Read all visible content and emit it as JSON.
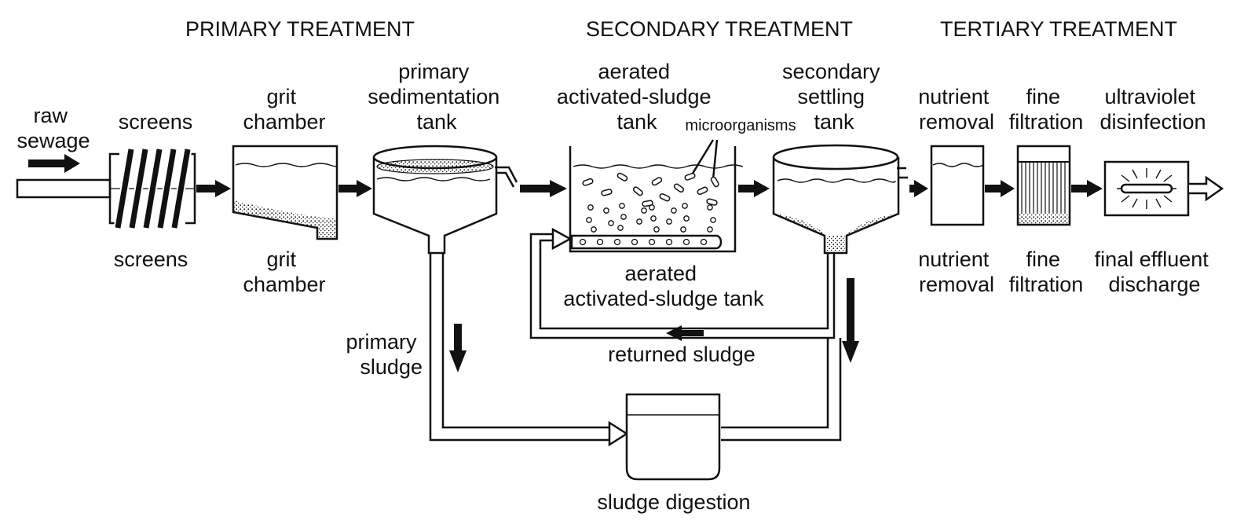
{
  "stages": {
    "primary": "PRIMARY TREATMENT",
    "secondary": "SECONDARY TREATMENT",
    "tertiary": "TERTIARY TREATMENT"
  },
  "labels": {
    "raw_sewage": [
      "raw",
      "sewage"
    ],
    "screens_top": "screens",
    "screens_bottom": "screens",
    "grit_top": [
      "grit",
      "chamber"
    ],
    "grit_bottom": [
      "grit",
      "chamber"
    ],
    "primary_tank": [
      "primary",
      "sedimentation",
      "tank"
    ],
    "aerated_top": [
      "aerated",
      "activated-sludge",
      "tank"
    ],
    "aerated_bottom": [
      "aerated",
      "activated-sludge tank"
    ],
    "microorganisms": "microorganisms",
    "secondary_tank": [
      "secondary",
      "settling",
      "tank"
    ],
    "nutrient_top": [
      "nutrient",
      "removal"
    ],
    "nutrient_bottom": [
      "nutrient",
      "removal"
    ],
    "fine_top": [
      "fine",
      "filtration"
    ],
    "fine_bottom": [
      "fine",
      "filtration"
    ],
    "uv_top": [
      "ultraviolet",
      "disinfection"
    ],
    "final_effluent": [
      "final effluent",
      "discharge"
    ],
    "primary_sludge": [
      "primary",
      "sludge"
    ],
    "returned_sludge": "returned sludge",
    "sludge_digestion": "sludge digestion"
  }
}
